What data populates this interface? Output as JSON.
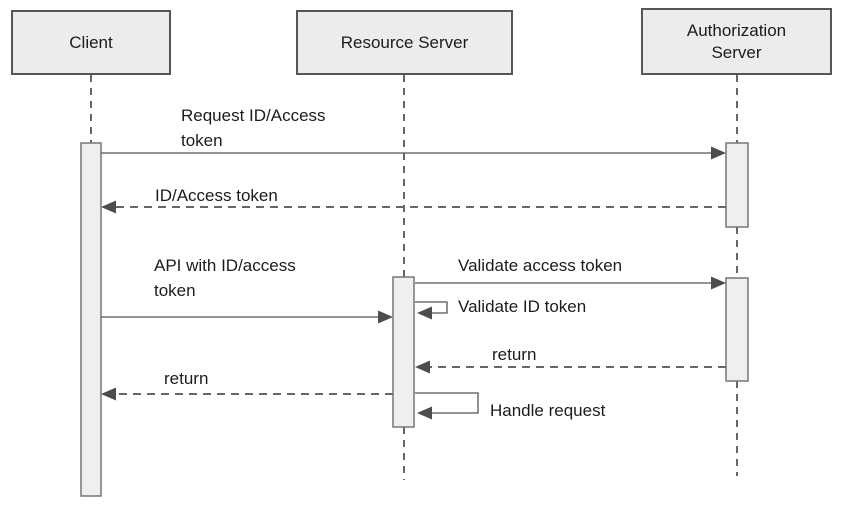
{
  "diagram": {
    "type": "sequence-diagram",
    "participants": [
      {
        "id": "client",
        "label": "Client"
      },
      {
        "id": "resource-server",
        "label": "Resource Server"
      },
      {
        "id": "authorization-server",
        "label": "Authorization Server"
      }
    ],
    "messages": [
      {
        "index": 1,
        "label": "Request ID/Access token",
        "from": "client",
        "to": "authorization-server",
        "line": "solid"
      },
      {
        "index": 2,
        "label": "ID/Access token",
        "from": "authorization-server",
        "to": "client",
        "line": "dashed"
      },
      {
        "index": 3,
        "label": "API with ID/access token",
        "from": "client",
        "to": "resource-server",
        "line": "solid"
      },
      {
        "index": 4,
        "label": "Validate access token",
        "from": "resource-server",
        "to": "authorization-server",
        "line": "solid"
      },
      {
        "index": 5,
        "label": "Validate ID token",
        "from": "resource-server",
        "to": "resource-server",
        "line": "self"
      },
      {
        "index": 6,
        "label": "return",
        "from": "authorization-server",
        "to": "resource-server",
        "line": "dashed"
      },
      {
        "index": 7,
        "label": "return",
        "from": "resource-server",
        "to": "client",
        "line": "dashed"
      },
      {
        "index": 8,
        "label": "Handle request",
        "from": "resource-server",
        "to": "resource-server",
        "line": "self"
      }
    ],
    "colors": {
      "background": "#ffffff",
      "box_fill": "#ececec",
      "box_border": "#565656",
      "activation_fill": "#efefef",
      "activation_border": "#777777",
      "solid_line": "#555555",
      "dashed_line": "#666666",
      "arrowhead": "#4d4d4d",
      "text": "#1c1c1c"
    }
  }
}
